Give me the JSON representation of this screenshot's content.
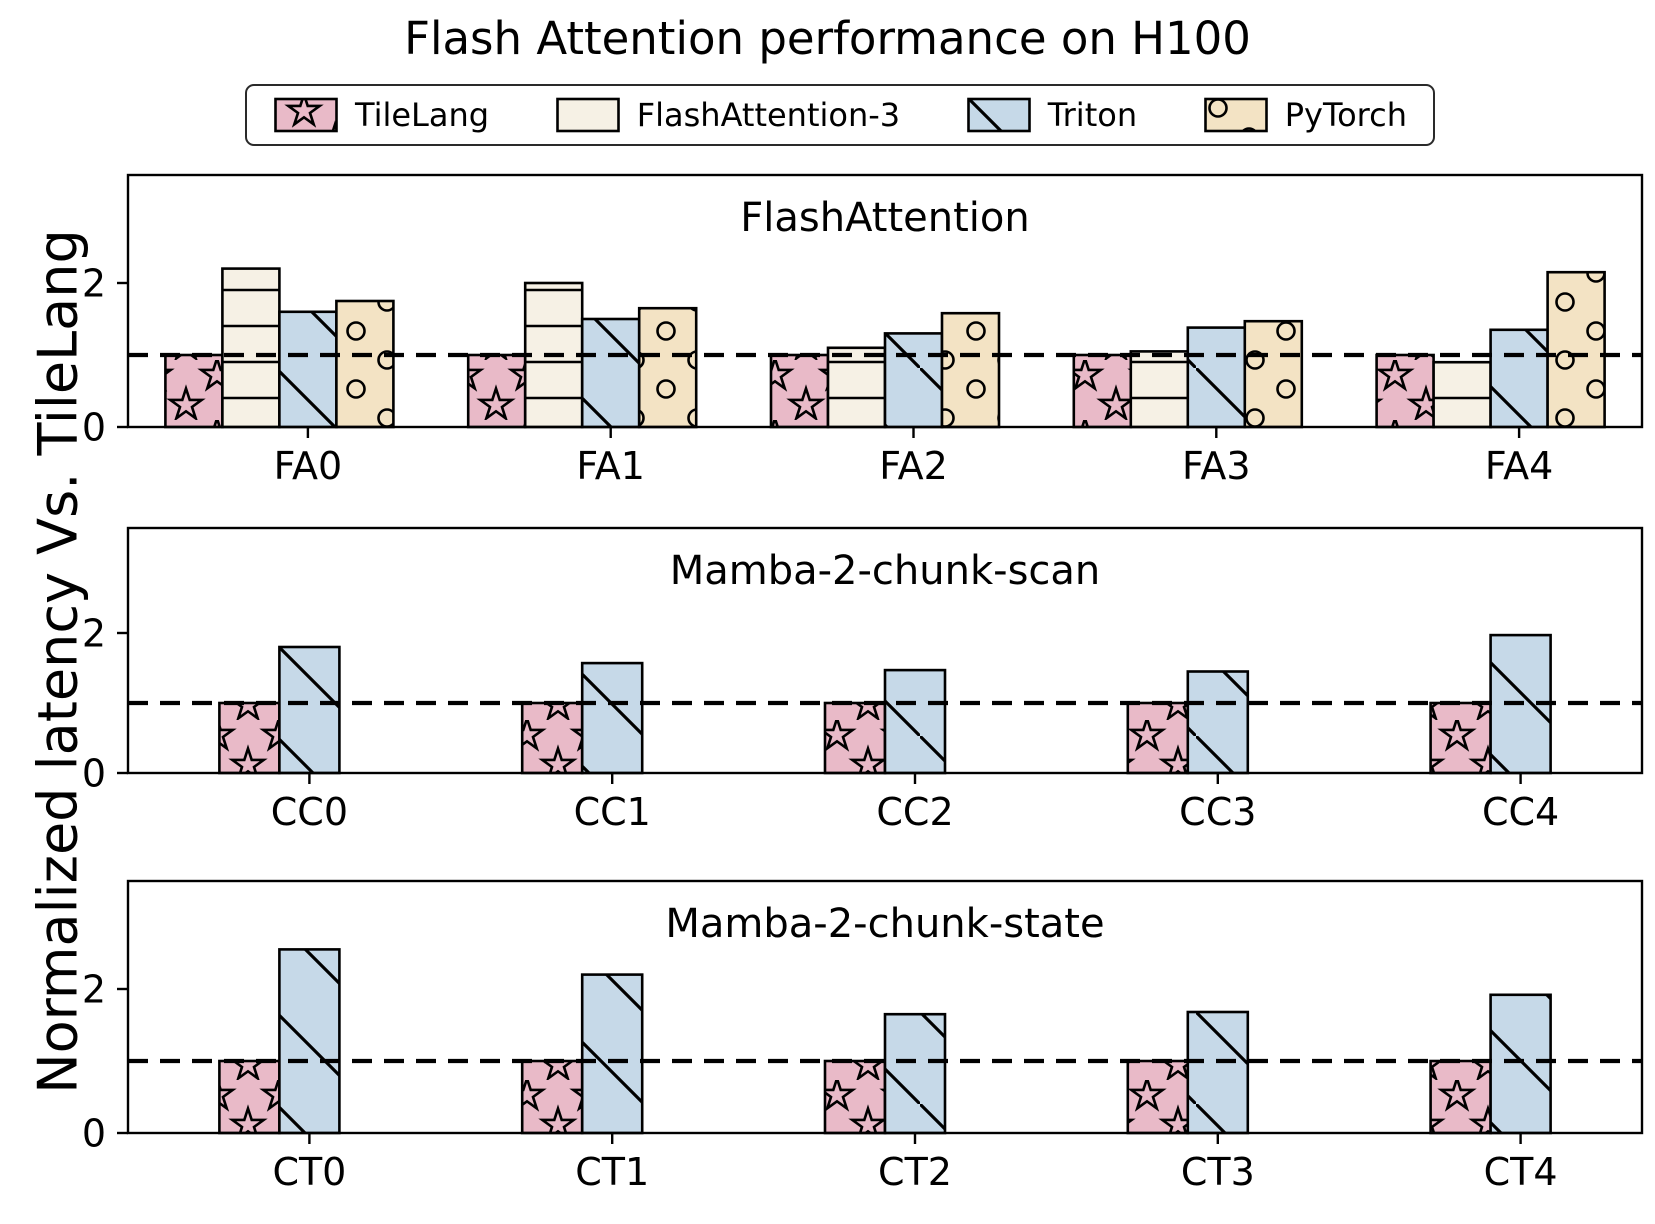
{
  "figure": {
    "title": "Flash Attention performance on H100",
    "ylabel": "Normalized latency Vs. TileLang"
  },
  "legend": {
    "items": [
      {
        "label": "TileLang",
        "color": "#e9bac8",
        "hatch": "star"
      },
      {
        "label": "FlashAttention-3",
        "color": "#f6f1e5",
        "hatch": "hlines"
      },
      {
        "label": "Triton",
        "color": "#c6d9e8",
        "hatch": "diag"
      },
      {
        "label": "PyTorch",
        "color": "#f3e3c4",
        "hatch": "dots"
      }
    ]
  },
  "style": {
    "bar_edge_color": "#000000",
    "ref_line_color": "#000000",
    "axis_color": "#000000"
  },
  "chart_data": [
    {
      "type": "bar",
      "title": "FlashAttention",
      "categories": [
        "FA0",
        "FA1",
        "FA2",
        "FA3",
        "FA4"
      ],
      "series": [
        {
          "name": "TileLang",
          "values": [
            1.0,
            1.0,
            1.0,
            1.0,
            1.0
          ]
        },
        {
          "name": "FlashAttention-3",
          "values": [
            2.2,
            2.0,
            1.1,
            1.05,
            0.9
          ]
        },
        {
          "name": "Triton",
          "values": [
            1.6,
            1.5,
            1.3,
            1.38,
            1.35
          ]
        },
        {
          "name": "PyTorch",
          "values": [
            1.75,
            1.65,
            1.58,
            1.47,
            2.15
          ]
        }
      ],
      "yticks": [
        0,
        2
      ],
      "ylim": [
        0,
        3.5
      ],
      "ref_line": 1.0,
      "grid": false
    },
    {
      "type": "bar",
      "title": "Mamba-2-chunk-scan",
      "categories": [
        "CC0",
        "CC1",
        "CC2",
        "CC3",
        "CC4"
      ],
      "series": [
        {
          "name": "TileLang",
          "values": [
            1.0,
            1.0,
            1.0,
            1.0,
            1.0
          ]
        },
        {
          "name": "Triton",
          "values": [
            1.8,
            1.57,
            1.47,
            1.45,
            1.97
          ]
        }
      ],
      "yticks": [
        0,
        2
      ],
      "ylim": [
        0,
        3.5
      ],
      "ref_line": 1.0,
      "grid": false
    },
    {
      "type": "bar",
      "title": "Mamba-2-chunk-state",
      "categories": [
        "CT0",
        "CT1",
        "CT2",
        "CT3",
        "CT4"
      ],
      "series": [
        {
          "name": "TileLang",
          "values": [
            1.0,
            1.0,
            1.0,
            1.0,
            1.0
          ]
        },
        {
          "name": "Triton",
          "values": [
            2.55,
            2.2,
            1.65,
            1.68,
            1.92
          ]
        }
      ],
      "yticks": [
        0,
        2
      ],
      "ylim": [
        0,
        3.5
      ],
      "ref_line": 1.0,
      "grid": false
    }
  ]
}
